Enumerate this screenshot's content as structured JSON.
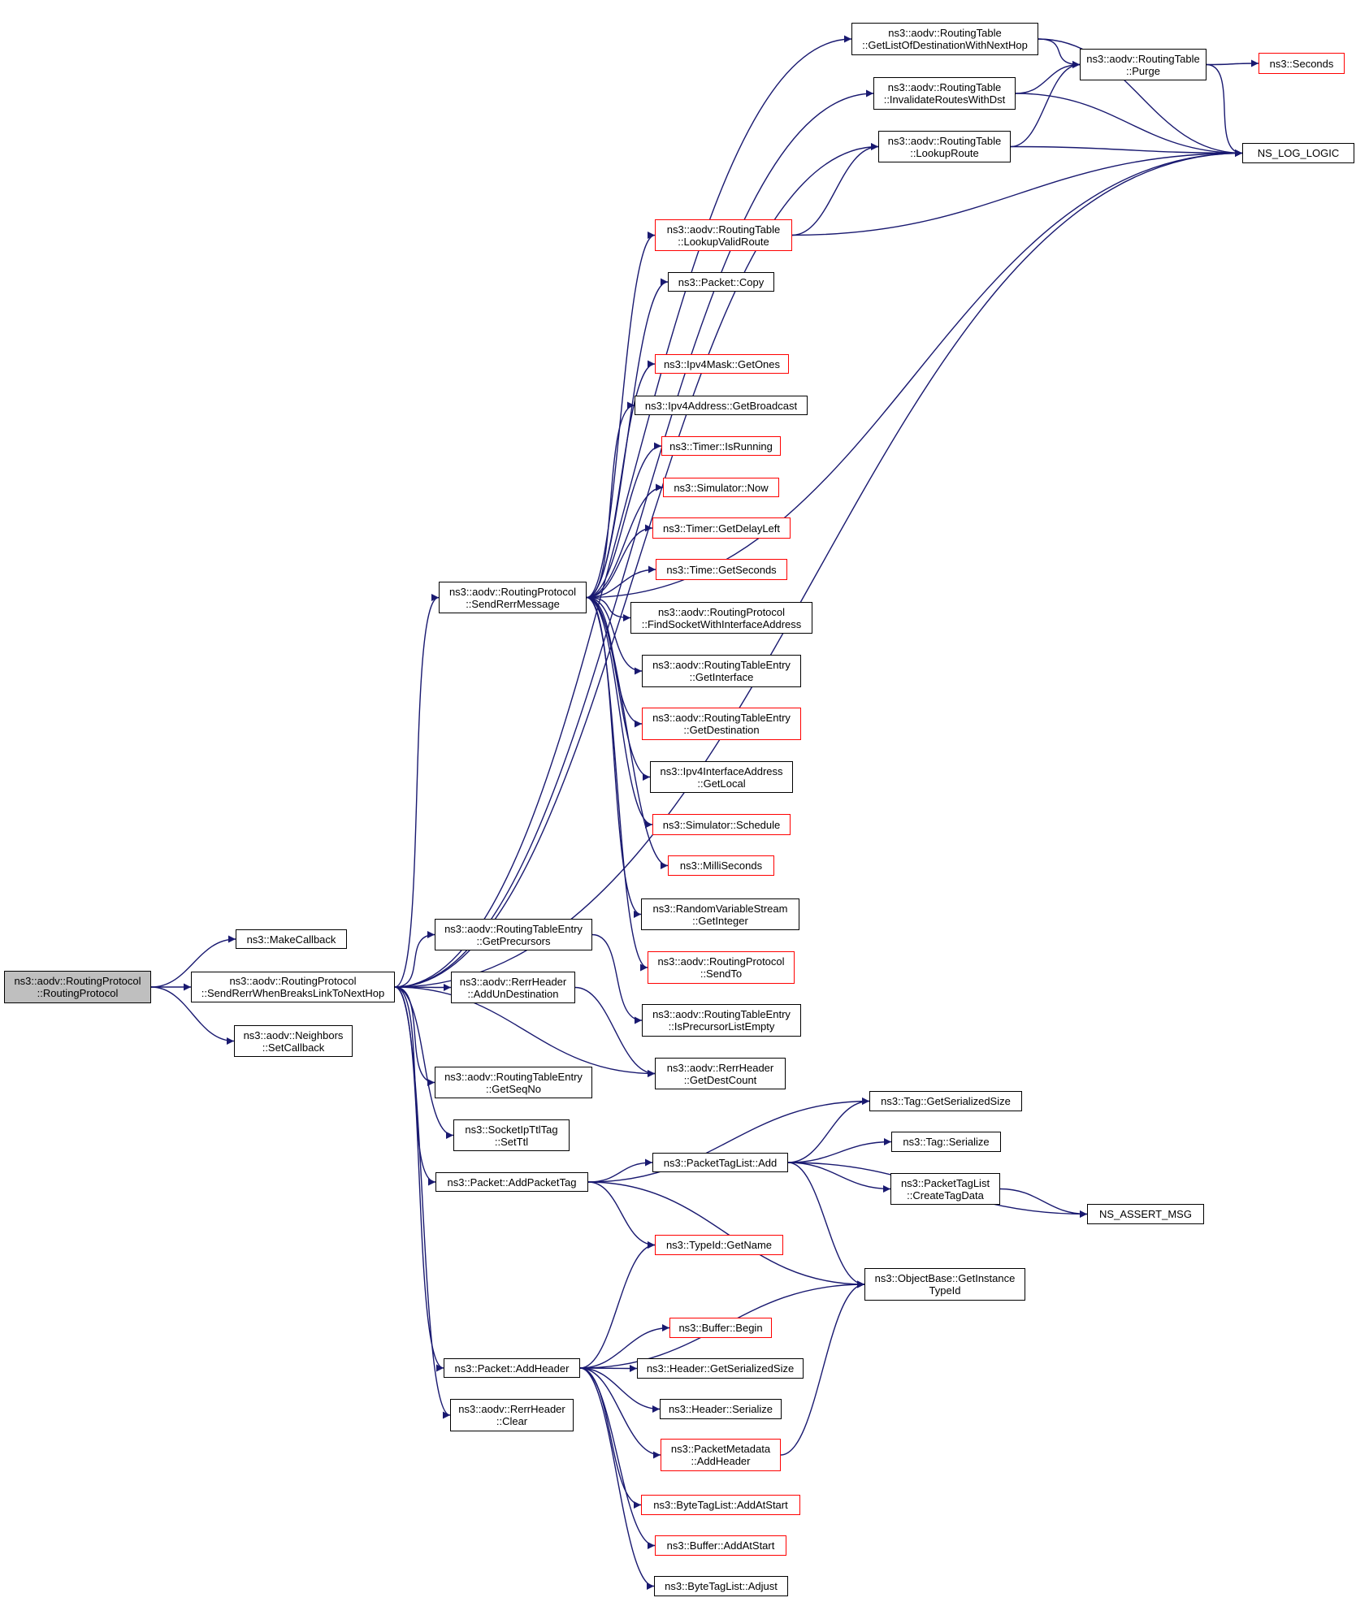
{
  "graph": {
    "colors": {
      "edge": "#191970",
      "border_default": "#000000",
      "border_incomplete": "#ff0000",
      "root_fill": "#bfbfbf"
    },
    "nodes": [
      {
        "id": "root",
        "lines": [
          "ns3::aodv::RoutingProtocol",
          "::RoutingProtocol"
        ],
        "style": "root"
      },
      {
        "id": "makecb",
        "lines": [
          "ns3::MakeCallback"
        ],
        "style": "black"
      },
      {
        "id": "sendrerrbreak",
        "lines": [
          "ns3::aodv::RoutingProtocol",
          "::SendRerrWhenBreaksLinkToNextHop"
        ],
        "style": "black"
      },
      {
        "id": "neighcb",
        "lines": [
          "ns3::aodv::Neighbors",
          "::SetCallback"
        ],
        "style": "black"
      },
      {
        "id": "getprec",
        "lines": [
          "ns3::aodv::RoutingTableEntry",
          "::GetPrecursors"
        ],
        "style": "black"
      },
      {
        "id": "addundest",
        "lines": [
          "ns3::aodv::RerrHeader",
          "::AddUnDestination"
        ],
        "style": "black"
      },
      {
        "id": "getseqno",
        "lines": [
          "ns3::aodv::RoutingTableEntry",
          "::GetSeqNo"
        ],
        "style": "black"
      },
      {
        "id": "setttl",
        "lines": [
          "ns3::SocketIpTtlTag",
          "::SetTtl"
        ],
        "style": "black"
      },
      {
        "id": "addpackettag",
        "lines": [
          "ns3::Packet::AddPacketTag"
        ],
        "style": "black"
      },
      {
        "id": "addheader",
        "lines": [
          "ns3::Packet::AddHeader"
        ],
        "style": "black"
      },
      {
        "id": "rerrclear",
        "lines": [
          "ns3::aodv::RerrHeader",
          "::Clear"
        ],
        "style": "black"
      },
      {
        "id": "sendrerrmsg",
        "lines": [
          "ns3::aodv::RoutingProtocol",
          "::SendRerrMessage"
        ],
        "style": "black"
      },
      {
        "id": "getlistdest",
        "lines": [
          "ns3::aodv::RoutingTable",
          "::GetListOfDestinationWithNextHop"
        ],
        "style": "black"
      },
      {
        "id": "invalidate",
        "lines": [
          "ns3::aodv::RoutingTable",
          "::InvalidateRoutesWithDst"
        ],
        "style": "black"
      },
      {
        "id": "lookuproute",
        "lines": [
          "ns3::aodv::RoutingTable",
          "::LookupRoute"
        ],
        "style": "black"
      },
      {
        "id": "purge",
        "lines": [
          "ns3::aodv::RoutingTable",
          "::Purge"
        ],
        "style": "black"
      },
      {
        "id": "seconds",
        "lines": [
          "ns3::Seconds"
        ],
        "style": "red"
      },
      {
        "id": "nslog",
        "lines": [
          "NS_LOG_LOGIC"
        ],
        "style": "black"
      },
      {
        "id": "lookupvalid",
        "lines": [
          "ns3::aodv::RoutingTable",
          "::LookupValidRoute"
        ],
        "style": "red"
      },
      {
        "id": "pktcopy",
        "lines": [
          "ns3::Packet::Copy"
        ],
        "style": "black"
      },
      {
        "id": "getones",
        "lines": [
          "ns3::Ipv4Mask::GetOnes"
        ],
        "style": "red"
      },
      {
        "id": "getbcast",
        "lines": [
          "ns3::Ipv4Address::GetBroadcast"
        ],
        "style": "black"
      },
      {
        "id": "isrunning",
        "lines": [
          "ns3::Timer::IsRunning"
        ],
        "style": "red"
      },
      {
        "id": "simnow",
        "lines": [
          "ns3::Simulator::Now"
        ],
        "style": "red"
      },
      {
        "id": "getdelayleft",
        "lines": [
          "ns3::Timer::GetDelayLeft"
        ],
        "style": "red"
      },
      {
        "id": "getseconds",
        "lines": [
          "ns3::Time::GetSeconds"
        ],
        "style": "red"
      },
      {
        "id": "findsocket",
        "lines": [
          "ns3::aodv::RoutingProtocol",
          "::FindSocketWithInterfaceAddress"
        ],
        "style": "black"
      },
      {
        "id": "getiface",
        "lines": [
          "ns3::aodv::RoutingTableEntry",
          "::GetInterface"
        ],
        "style": "black"
      },
      {
        "id": "getdest",
        "lines": [
          "ns3::aodv::RoutingTableEntry",
          "::GetDestination"
        ],
        "style": "red"
      },
      {
        "id": "getlocal",
        "lines": [
          "ns3::Ipv4InterfaceAddress",
          "::GetLocal"
        ],
        "style": "black"
      },
      {
        "id": "schedule",
        "lines": [
          "ns3::Simulator::Schedule"
        ],
        "style": "red"
      },
      {
        "id": "millis",
        "lines": [
          "ns3::MilliSeconds"
        ],
        "style": "red"
      },
      {
        "id": "getinteger",
        "lines": [
          "ns3::RandomVariableStream",
          "::GetInteger"
        ],
        "style": "black"
      },
      {
        "id": "sendto",
        "lines": [
          "ns3::aodv::RoutingProtocol",
          "::SendTo"
        ],
        "style": "red"
      },
      {
        "id": "isprecempty",
        "lines": [
          "ns3::aodv::RoutingTableEntry",
          "::IsPrecursorListEmpty"
        ],
        "style": "black"
      },
      {
        "id": "getdestcount",
        "lines": [
          "ns3::aodv::RerrHeader",
          "::GetDestCount"
        ],
        "style": "black"
      },
      {
        "id": "taggetsize",
        "lines": [
          "ns3::Tag::GetSerializedSize"
        ],
        "style": "black"
      },
      {
        "id": "tagser",
        "lines": [
          "ns3::Tag::Serialize"
        ],
        "style": "black"
      },
      {
        "id": "ptladd",
        "lines": [
          "ns3::PacketTagList::Add"
        ],
        "style": "black"
      },
      {
        "id": "createtag",
        "lines": [
          "ns3::PacketTagList",
          "::CreateTagData"
        ],
        "style": "black"
      },
      {
        "id": "nsassert",
        "lines": [
          "NS_ASSERT_MSG"
        ],
        "style": "black"
      },
      {
        "id": "typeidname",
        "lines": [
          "ns3::TypeId::GetName"
        ],
        "style": "red"
      },
      {
        "id": "getinsttype",
        "lines": [
          "ns3::ObjectBase::GetInstance",
          "TypeId"
        ],
        "style": "black"
      },
      {
        "id": "bufbegin",
        "lines": [
          "ns3::Buffer::Begin"
        ],
        "style": "red"
      },
      {
        "id": "hdrgetsize",
        "lines": [
          "ns3::Header::GetSerializedSize"
        ],
        "style": "black"
      },
      {
        "id": "hdrser",
        "lines": [
          "ns3::Header::Serialize"
        ],
        "style": "black"
      },
      {
        "id": "pmaddhdr",
        "lines": [
          "ns3::PacketMetadata",
          "::AddHeader"
        ],
        "style": "red"
      },
      {
        "id": "btladdstart",
        "lines": [
          "ns3::ByteTagList::AddAtStart"
        ],
        "style": "red"
      },
      {
        "id": "bufaddstart",
        "lines": [
          "ns3::Buffer::AddAtStart"
        ],
        "style": "red"
      },
      {
        "id": "btladjust",
        "lines": [
          "ns3::ByteTagList::Adjust"
        ],
        "style": "black"
      }
    ],
    "edges": [
      [
        "root",
        "makecb"
      ],
      [
        "root",
        "sendrerrbreak"
      ],
      [
        "root",
        "neighcb"
      ],
      [
        "sendrerrbreak",
        "getprec"
      ],
      [
        "sendrerrbreak",
        "addundest"
      ],
      [
        "sendrerrbreak",
        "getdestcount"
      ],
      [
        "sendrerrbreak",
        "getseqno"
      ],
      [
        "sendrerrbreak",
        "setttl"
      ],
      [
        "sendrerrbreak",
        "addpackettag"
      ],
      [
        "sendrerrbreak",
        "addheader"
      ],
      [
        "sendrerrbreak",
        "rerrclear"
      ],
      [
        "sendrerrbreak",
        "sendrerrmsg"
      ],
      [
        "sendrerrbreak",
        "getlistdest"
      ],
      [
        "sendrerrbreak",
        "invalidate"
      ],
      [
        "sendrerrbreak",
        "lookuproute"
      ],
      [
        "sendrerrbreak",
        "nslog"
      ],
      [
        "getprec",
        "isprecempty"
      ],
      [
        "addundest",
        "getdestcount"
      ],
      [
        "getlistdest",
        "purge"
      ],
      [
        "getlistdest",
        "nslog"
      ],
      [
        "invalidate",
        "purge"
      ],
      [
        "invalidate",
        "nslog"
      ],
      [
        "lookuproute",
        "purge"
      ],
      [
        "lookuproute",
        "nslog"
      ],
      [
        "purge",
        "seconds"
      ],
      [
        "purge",
        "nslog"
      ],
      [
        "sendrerrmsg",
        "lookupvalid"
      ],
      [
        "sendrerrmsg",
        "pktcopy"
      ],
      [
        "sendrerrmsg",
        "nslog"
      ],
      [
        "sendrerrmsg",
        "getones"
      ],
      [
        "sendrerrmsg",
        "getbcast"
      ],
      [
        "sendrerrmsg",
        "isrunning"
      ],
      [
        "sendrerrmsg",
        "simnow"
      ],
      [
        "sendrerrmsg",
        "getdelayleft"
      ],
      [
        "sendrerrmsg",
        "getseconds"
      ],
      [
        "sendrerrmsg",
        "findsocket"
      ],
      [
        "sendrerrmsg",
        "getiface"
      ],
      [
        "sendrerrmsg",
        "getdest"
      ],
      [
        "sendrerrmsg",
        "getlocal"
      ],
      [
        "sendrerrmsg",
        "schedule"
      ],
      [
        "sendrerrmsg",
        "millis"
      ],
      [
        "sendrerrmsg",
        "getinteger"
      ],
      [
        "sendrerrmsg",
        "sendto"
      ],
      [
        "lookupvalid",
        "lookuproute"
      ],
      [
        "lookupvalid",
        "nslog"
      ],
      [
        "addpackettag",
        "taggetsize"
      ],
      [
        "addpackettag",
        "ptladd"
      ],
      [
        "addpackettag",
        "typeidname"
      ],
      [
        "addpackettag",
        "getinsttype"
      ],
      [
        "ptladd",
        "taggetsize"
      ],
      [
        "ptladd",
        "tagser"
      ],
      [
        "ptladd",
        "createtag"
      ],
      [
        "ptladd",
        "nsassert"
      ],
      [
        "ptladd",
        "getinsttype"
      ],
      [
        "createtag",
        "nsassert"
      ],
      [
        "addheader",
        "typeidname"
      ],
      [
        "addheader",
        "getinsttype"
      ],
      [
        "addheader",
        "bufbegin"
      ],
      [
        "addheader",
        "hdrgetsize"
      ],
      [
        "addheader",
        "hdrser"
      ],
      [
        "addheader",
        "pmaddhdr"
      ],
      [
        "addheader",
        "btladdstart"
      ],
      [
        "addheader",
        "bufaddstart"
      ],
      [
        "addheader",
        "btladjust"
      ],
      [
        "pmaddhdr",
        "getinsttype"
      ]
    ]
  }
}
